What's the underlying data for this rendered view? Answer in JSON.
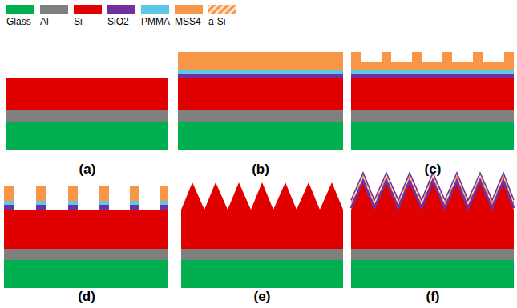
{
  "diagram": {
    "labels": [
      "(a)",
      "(b)",
      "(c)",
      "(d)",
      "(e)",
      "(f)"
    ],
    "legend": [
      {
        "text": "Glass",
        "color": "#00b050"
      },
      {
        "text": "Al",
        "color": "#808080"
      },
      {
        "text": "Si",
        "color": "#e00000"
      },
      {
        "text": "SiO2",
        "color": "#7030a0"
      },
      {
        "text": "PMMA",
        "color": "#5bc8e6"
      },
      {
        "text": "MSS4",
        "color": "#f79646"
      },
      {
        "text": "a-Si"
      }
    ]
  }
}
